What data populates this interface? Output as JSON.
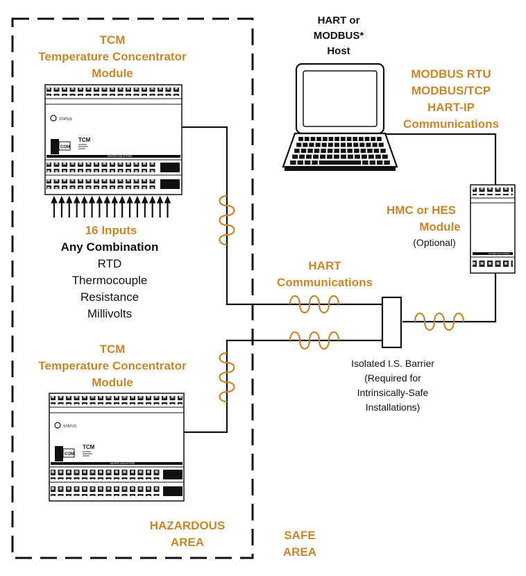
{
  "tcm_top": {
    "title_lines": [
      "TCM",
      "Temperature Concentrator",
      "Module"
    ],
    "device_label": "TCM",
    "status_label": "STATUS",
    "com_label": "COM",
    "brand": "MOORE INDUSTRIES"
  },
  "inputs": {
    "heading": "16 Inputs",
    "subheading": "Any Combination",
    "types": [
      "RTD",
      "Thermocouple",
      "Resistance",
      "Millivolts"
    ]
  },
  "tcm_bottom": {
    "title_lines": [
      "TCM",
      "Temperature Concentrator",
      "Module"
    ],
    "device_label": "TCM",
    "status_label": "STATUS",
    "com_label": "COM",
    "brand": "MOORE INDUSTRIES"
  },
  "host": {
    "label_lines": [
      "HART or",
      "MODBUS*",
      "Host"
    ]
  },
  "protocols": {
    "label_lines": [
      "MODBUS RTU",
      "MODBUS/TCP",
      "HART-IP",
      "Communications"
    ]
  },
  "hmc": {
    "label_lines": [
      "HMC or HES",
      "Module"
    ],
    "optional": "(Optional)",
    "brand": "MOORE INDUSTRIES"
  },
  "hart": {
    "label_lines": [
      "HART",
      "Communications"
    ]
  },
  "barrier": {
    "label_lines": [
      "Isolated I.S. Barrier",
      "(Required for",
      "Intrinsically-Safe",
      "Installations)"
    ]
  },
  "areas": {
    "hazardous_lines": [
      "HAZARDOUS",
      "AREA"
    ],
    "safe_lines": [
      "SAFE",
      "AREA"
    ]
  },
  "colors": {
    "accent": "#c8862b",
    "line": "#111111"
  }
}
